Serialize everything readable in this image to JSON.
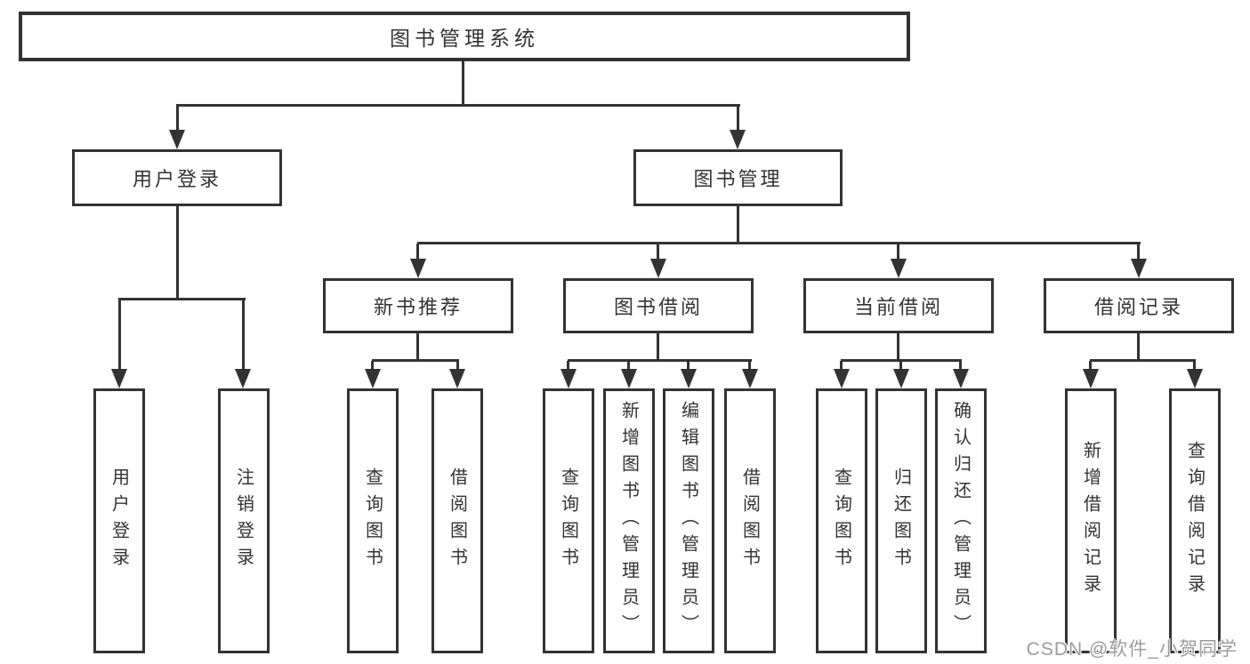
{
  "diagram": {
    "root": {
      "label": "图书管理系统"
    },
    "level2": [
      {
        "label": "用户登录"
      },
      {
        "label": "图书管理"
      }
    ],
    "level3": [
      {
        "label": "新书推荐"
      },
      {
        "label": "图书借阅"
      },
      {
        "label": "当前借阅"
      },
      {
        "label": "借阅记录"
      }
    ],
    "leaves": {
      "login": [
        {
          "label": "用户登录"
        },
        {
          "label": "注销登录"
        }
      ],
      "recommend": [
        {
          "label": "查询图书"
        },
        {
          "label": "借阅图书"
        }
      ],
      "borrow": [
        {
          "label": "查询图书"
        },
        {
          "label": "新增图书（管理员）"
        },
        {
          "label": "编辑图书（管理员）"
        },
        {
          "label": "借阅图书"
        }
      ],
      "current": [
        {
          "label": "查询图书"
        },
        {
          "label": "归还图书"
        },
        {
          "label": "确认归还（管理员）"
        }
      ],
      "records": [
        {
          "label": "新增借阅记录"
        },
        {
          "label": "查询借阅记录"
        }
      ]
    }
  },
  "watermark": {
    "text": "CSDN @软件_小贺同学"
  },
  "colors": {
    "line": "#333333",
    "text": "#333333",
    "box_fill": "#ffffff",
    "background": "#ffffff",
    "watermark": "#9c9c9c"
  }
}
